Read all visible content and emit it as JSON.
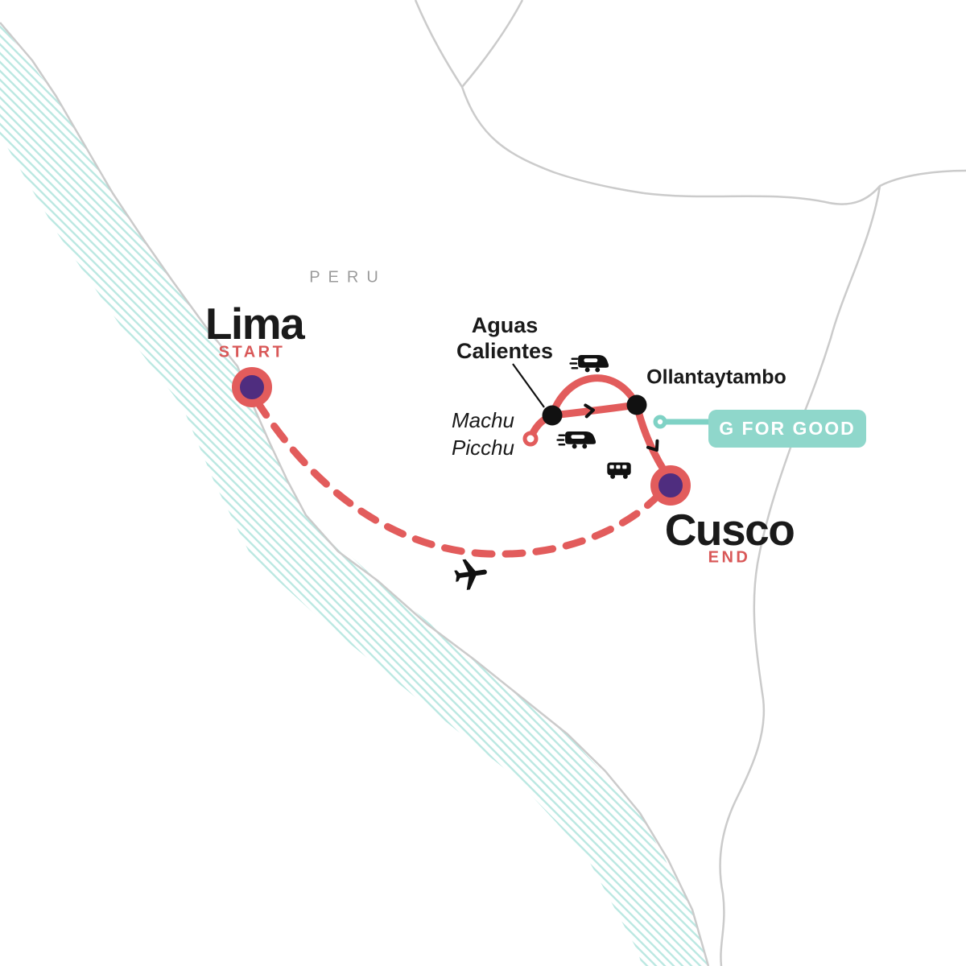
{
  "map": {
    "region_label": "PERU",
    "stops": {
      "lima": {
        "name": "Lima",
        "marker_label": "START"
      },
      "aguas_calientes": {
        "name": "Aguas\nCalientes"
      },
      "machu_picchu": {
        "name": "Machu\nPicchu"
      },
      "ollantaytambo": {
        "name": "Ollantaytambo"
      },
      "cusco": {
        "name": "Cusco",
        "marker_label": "END"
      }
    },
    "badge": {
      "label": "G FOR GOOD"
    },
    "colors": {
      "route_red": "#E25C5C",
      "marker_purple": "#4F2D7F",
      "badge_teal": "#8FD7CB",
      "connector_teal": "#7FD2C5",
      "coast_hatch_teal": "#BCE8E2",
      "border_gray": "#CBCBCB",
      "text_black": "#1A1A1A",
      "region_gray": "#9B9B9B",
      "badge_text": "#FFFFFF"
    },
    "icons": {
      "airplane": "✈",
      "train": "train-side-glyph",
      "bus": "bus-front-glyph",
      "chevron": "›",
      "stop_dot": "●",
      "machu_picchu_ring": "○"
    }
  }
}
